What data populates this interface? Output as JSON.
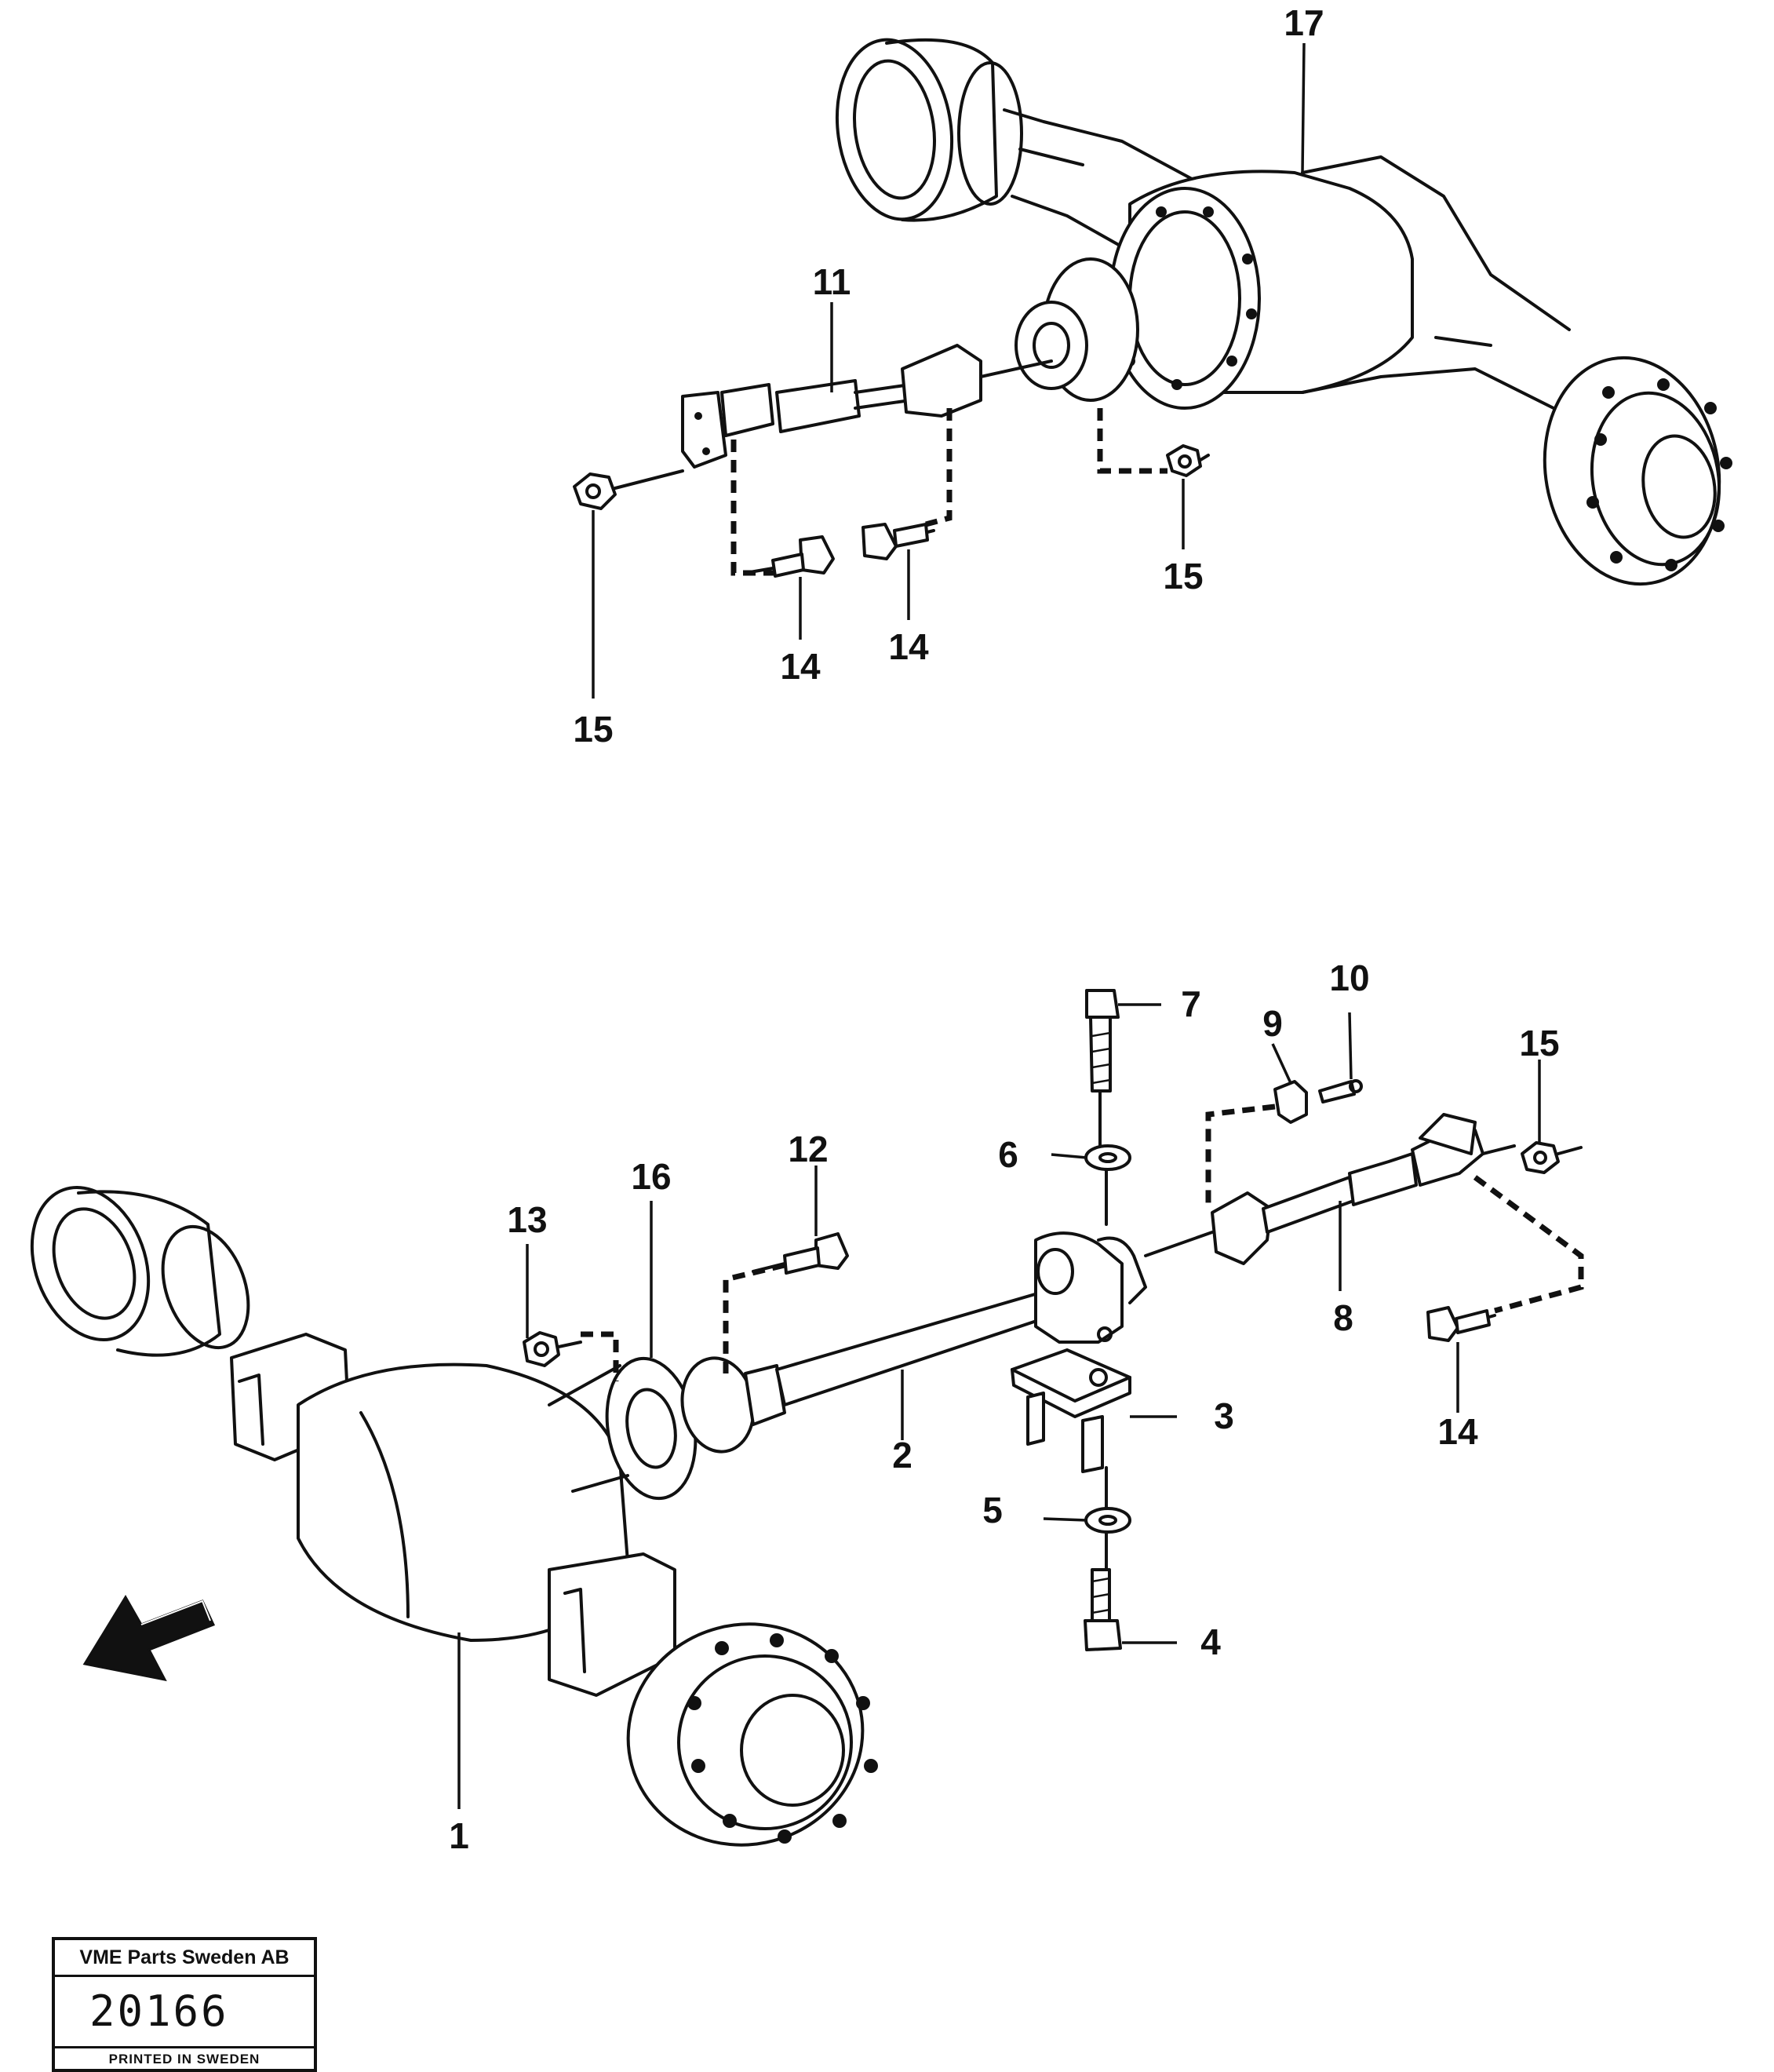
{
  "callouts": {
    "c17": "17",
    "c11": "11",
    "c14a": "14",
    "c14b": "14",
    "c15a": "15",
    "c15b": "15",
    "c7": "7",
    "c9": "9",
    "c10": "10",
    "c15c": "15",
    "c12": "12",
    "c6": "6",
    "c16": "16",
    "c13": "13",
    "c8": "8",
    "c14c": "14",
    "c3": "3",
    "c2": "2",
    "c5": "5",
    "c4": "4",
    "c1": "1"
  },
  "title_block": {
    "company": "VME Parts Sweden AB",
    "number": "20166",
    "printed": "PRINTED IN SWEDEN"
  },
  "icons": {
    "direction_arrow": "forward-direction-arrow-icon"
  }
}
